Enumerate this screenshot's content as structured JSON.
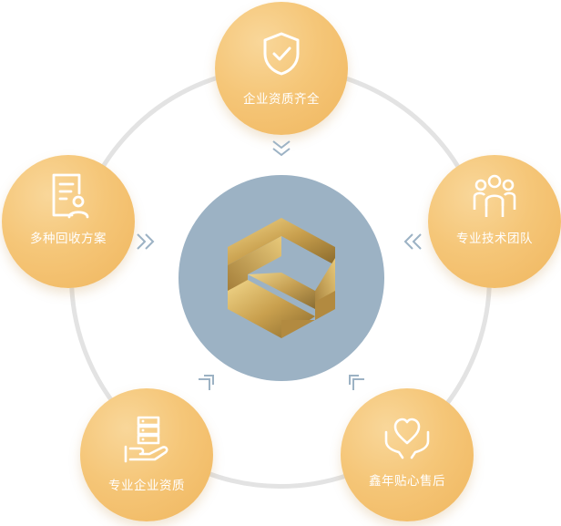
{
  "nodes": [
    {
      "id": "qualification",
      "label": "企业资质齐全",
      "icon": "shield-check-icon"
    },
    {
      "id": "team",
      "label": "专业技术团队",
      "icon": "team-icon"
    },
    {
      "id": "after_sales",
      "label": "鑫年贴心售后",
      "icon": "heart-hands-icon"
    },
    {
      "id": "enterprise",
      "label": "专业企业资质",
      "icon": "server-hand-icon"
    },
    {
      "id": "plans",
      "label": "多种回收方案",
      "icon": "document-user-icon"
    }
  ],
  "center": {
    "icon": "hexagon-logo-icon"
  },
  "colors": {
    "node": "#f5c678",
    "center": "#9cb2c4",
    "ring": "#e3e3e3",
    "arrow": "#9cb2c4",
    "logo_gold": "#c9a04e"
  }
}
